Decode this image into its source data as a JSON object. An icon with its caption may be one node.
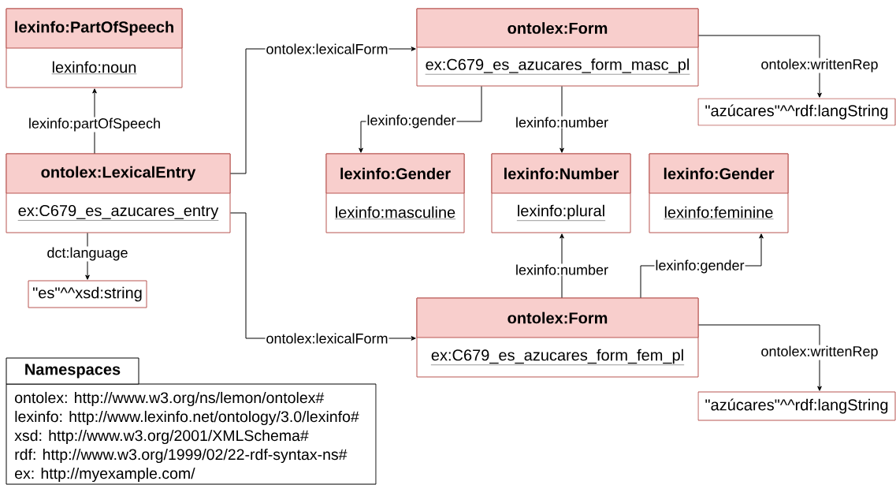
{
  "diagram": {
    "nodes": [
      {
        "text": [
          "lexinfo:PartOfSpeech",
          "lexinfo:noun"
        ]
      },
      {
        "text": [
          "ontolex:LexicalEntry",
          "ex:C679_es_azucares_entry"
        ]
      },
      {
        "text": [
          "\"es\"^^xsd:string"
        ]
      },
      {
        "text": [
          "ontolex:Form",
          "ex:C679_es_azucares_form_masc_pl"
        ]
      },
      {
        "text": [
          "\"azúcares\"^^rdf:langString"
        ]
      },
      {
        "text": [
          "lexinfo:Gender",
          "lexinfo:masculine"
        ]
      },
      {
        "text": [
          "lexinfo:Number",
          "lexinfo:plural"
        ]
      },
      {
        "text": [
          "lexinfo:Gender",
          "lexinfo:feminine"
        ]
      },
      {
        "text": [
          "ontolex:Form",
          "ex:C679_es_azucares_form_fem_pl"
        ]
      },
      {
        "text": [
          "\"azúcares\"^^rdf:langString"
        ]
      },
      {
        "text": [
          "Namespaces",
          "ontolex: http://www.w3.org/ns/lemon/ontolex#",
          "lexinfo: http://www.lexinfo.net/ontology/3.0/lexinfo#",
          "xsd: http://www.w3.org/2001/XMLSchema#",
          "rdf: http://www.w3.org/1999/02/22-rdf-syntax-ns#",
          "ex: http://myexample.com/"
        ]
      }
    ],
    "edges": [
      {
        "from": 1,
        "to": 0,
        "arrow": "to",
        "label": "lexinfo:partOfSpeech"
      },
      {
        "from": 1,
        "to": 3,
        "arrow": "to",
        "label": "ontolex:lexicalForm"
      },
      {
        "from": 1,
        "to": 2,
        "arrow": "to",
        "label": "dct:language"
      },
      {
        "from": 1,
        "to": 8,
        "arrow": "to",
        "label": "ontolex:lexicalForm"
      },
      {
        "from": 3,
        "to": 5,
        "arrow": "to",
        "label": "lexinfo:gender"
      },
      {
        "from": 3,
        "to": 6,
        "arrow": "to",
        "label": "lexinfo:number"
      },
      {
        "from": 3,
        "to": 4,
        "arrow": "to",
        "label": "ontolex:writtenRep"
      },
      {
        "from": 8,
        "to": 6,
        "arrow": "to",
        "label": "lexinfo:number"
      },
      {
        "from": 8,
        "to": 7,
        "arrow": "to",
        "label": "lexinfo:gender"
      },
      {
        "from": 8,
        "to": 9,
        "arrow": "to",
        "label": "ontolex:writtenRep"
      }
    ]
  }
}
